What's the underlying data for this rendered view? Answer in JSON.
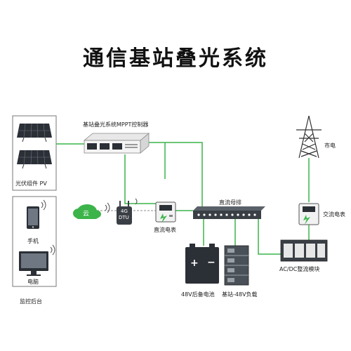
{
  "title": "通信基站叠光系统",
  "labels": {
    "pv": "光伏组件 PV",
    "controller": "基站叠光系统MPPT控制器",
    "grid": "市电",
    "cloud": "云",
    "dtu_line1": "4G",
    "dtu_line2": "DTU",
    "dc_meter": "直流电表",
    "dc_bus": "直流母排",
    "ac_meter": "交流电表",
    "phone": "手机",
    "computer": "电脑",
    "monitor": "监控后台",
    "battery": "48V后备电池",
    "load": "基站-48V负载",
    "rectifier": "AC/DC整流模块",
    "battery_plus": "+",
    "battery_minus": "−"
  },
  "colors": {
    "line": "#3cb44a",
    "dashed": "#8c8c8c",
    "dark": "#333333",
    "panel": "#2b2f36"
  }
}
